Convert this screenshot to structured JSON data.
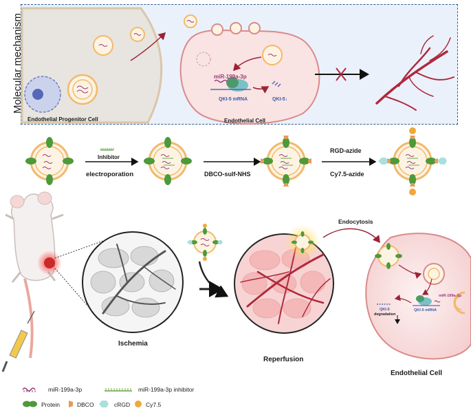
{
  "mechanism": {
    "title": "Molecular mechanism",
    "progenitor_label": "Endothelial Progenitor Cell",
    "endothelial_label": "Endothelial Cell",
    "mirna_label": "miR-199a-3p",
    "mrna_label": "QKI-5 mRNA",
    "protein_label": "QKI-5↓"
  },
  "modification": {
    "inhibitor_label": "Inhibitor",
    "step1_label": "electroporation",
    "step2_label": "DBCO-sulf-NHS",
    "step3_top_label": "RGD-azide",
    "step3_bottom_label": "Cy7.5-azide"
  },
  "therapy": {
    "ischemia_label": "Ischemia",
    "reperfusion_label": "Reperfusion",
    "endocytosis_label": "Endocytosis",
    "cell_label": "Endothelial Cell",
    "cell_mirna_label": "miR-199a-3p",
    "cell_mrna_label": "QKI-5 mRNA",
    "degradation_label_1": "QKI-5",
    "degradation_label_2": "degradation"
  },
  "legend": {
    "mirna": "miR-199a-3p",
    "inhibitor": "miR-199a-3p inhibitor",
    "protein": "Protein",
    "dbco": "DBCO",
    "crgd": "cRGD",
    "cy75": "Cy7.5"
  },
  "colors": {
    "panel_bg": "#eaf1fb",
    "panel_border": "#2d5c8f",
    "vesicle": "#f2b96b",
    "protein": "#4c9a3a",
    "vessel": "#b0283c",
    "cell_fill": "#f9e3e3",
    "cell_border": "#d98a8a",
    "mirna": "#9a3a7a",
    "inhibitor": "#6aa94a"
  }
}
